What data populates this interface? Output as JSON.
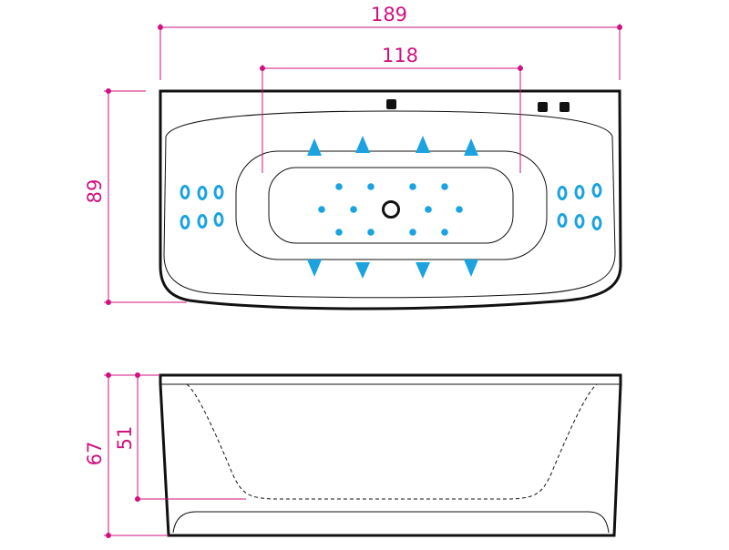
{
  "dimensions": {
    "overall_length": "189",
    "inner_length": "118",
    "width": "89",
    "height_total": "67",
    "depth_inner": "51"
  },
  "colors": {
    "dimension_line": "#d0117f",
    "jet": "#1aa3e0",
    "outline": "#111111"
  },
  "icons": {
    "side_jet": "oval-ring-icon",
    "nozzle_up": "triangle-up-icon",
    "nozzle_down": "triangle-down-icon",
    "floor_jet": "dot-icon",
    "drain": "drain-ring-icon",
    "control": "square-button-icon"
  }
}
